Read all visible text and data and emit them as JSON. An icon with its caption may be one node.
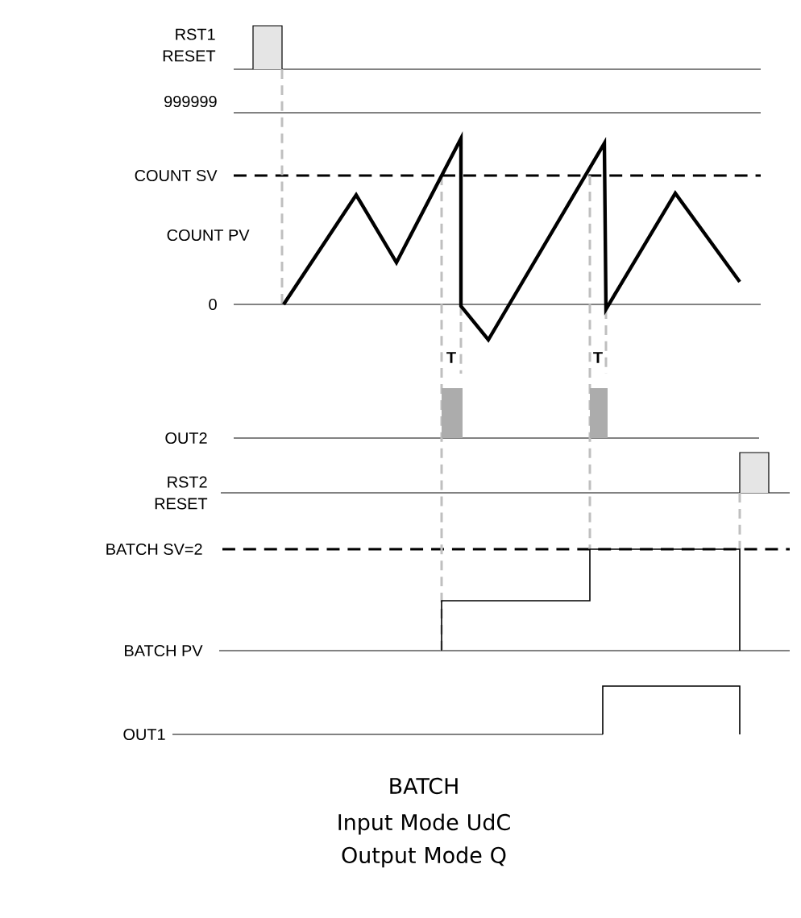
{
  "diagram": {
    "title": "BATCH",
    "caption": "Input Mode UdC Output Mode Q",
    "labels": [
      "RST1 RESET",
      "999999",
      "COUNT SV",
      "COUNT PV",
      "0",
      "T",
      "T",
      "OUT2",
      "RST2 RESET",
      "BATCH SV=2",
      "BATCH PV",
      "OUT1"
    ]
  }
}
